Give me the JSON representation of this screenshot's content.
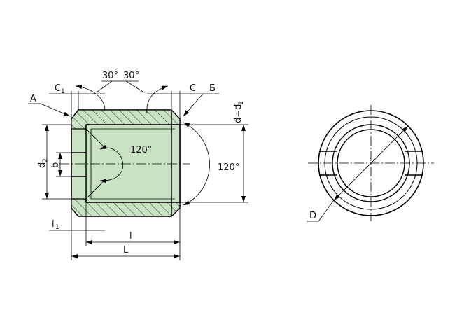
{
  "colors": {
    "body_fill": "#c9e2c4",
    "hatch_fill": "#c9e2c4",
    "line": "#000000"
  },
  "labels": {
    "c1": "C",
    "c1_sub": "1",
    "angle_left": "30°",
    "angle_right": "30°",
    "c": "C",
    "b_cyr": "Б",
    "a": "A",
    "d_eq": "d=d",
    "d_eq_sub": "1",
    "d2": "d",
    "d2_sub": "2",
    "b": "b",
    "angle_inner": "120°",
    "angle_outer": "120°",
    "l1": "l",
    "l1_sub": "1",
    "l": "l",
    "L": "L",
    "D": "D"
  }
}
